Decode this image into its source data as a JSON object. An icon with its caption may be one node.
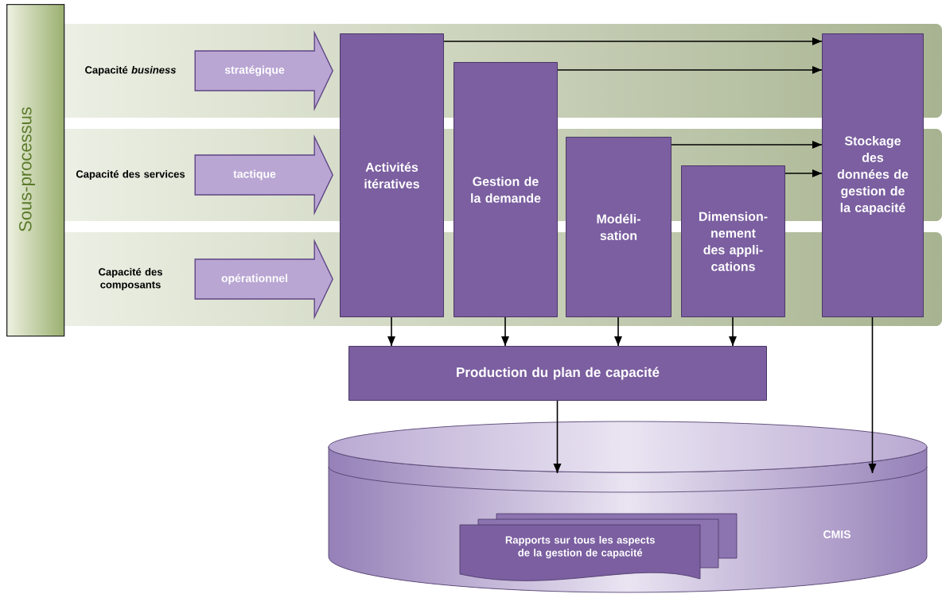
{
  "diagram": {
    "nodes": [
      {
        "text": [
          "Sous-processus"
        ]
      },
      {
        "text": [
          "Capacité *business*"
        ]
      },
      {
        "text": [
          "Capacité des services"
        ]
      },
      {
        "text": [
          "Capacité des composants"
        ]
      },
      {
        "text": [
          "Activités itératives"
        ]
      },
      {
        "text": [
          "Gestion de la demande"
        ]
      },
      {
        "text": [
          "Modéli- sation"
        ]
      },
      {
        "text": [
          "Dimension- nement des appli- cations"
        ]
      },
      {
        "text": [
          "Stockage des données de gestion de la capacité"
        ]
      },
      {
        "text": [
          "Production du plan de capacité"
        ]
      },
      {
        "text": [
          "CMIS"
        ]
      },
      {
        "text": [
          "Rapports sur tous les aspects de la gestion de capacité"
        ],
        "in": 10
      }
    ],
    "edges": [
      {
        "from": 1,
        "to": 4,
        "arrow": "to",
        "label": "stratégique",
        "style": "thick"
      },
      {
        "from": 2,
        "to": 4,
        "arrow": "to",
        "label": "tactique",
        "style": "thick"
      },
      {
        "from": 3,
        "to": 4,
        "arrow": "to",
        "label": "opérationnel",
        "style": "thick"
      },
      {
        "from": 4,
        "to": 8,
        "arrow": "to"
      },
      {
        "from": 5,
        "to": 8,
        "arrow": "to"
      },
      {
        "from": 6,
        "to": 8,
        "arrow": "to"
      },
      {
        "from": 7,
        "to": 8,
        "arrow": "to"
      },
      {
        "from": 4,
        "to": 9,
        "arrow": "to"
      },
      {
        "from": 5,
        "to": 9,
        "arrow": "to"
      },
      {
        "from": 6,
        "to": 9,
        "arrow": "to"
      },
      {
        "from": 7,
        "to": 9,
        "arrow": "to"
      },
      {
        "from": 9,
        "to": 10,
        "arrow": "to"
      },
      {
        "from": 8,
        "to": 10,
        "arrow": "to"
      }
    ]
  }
}
